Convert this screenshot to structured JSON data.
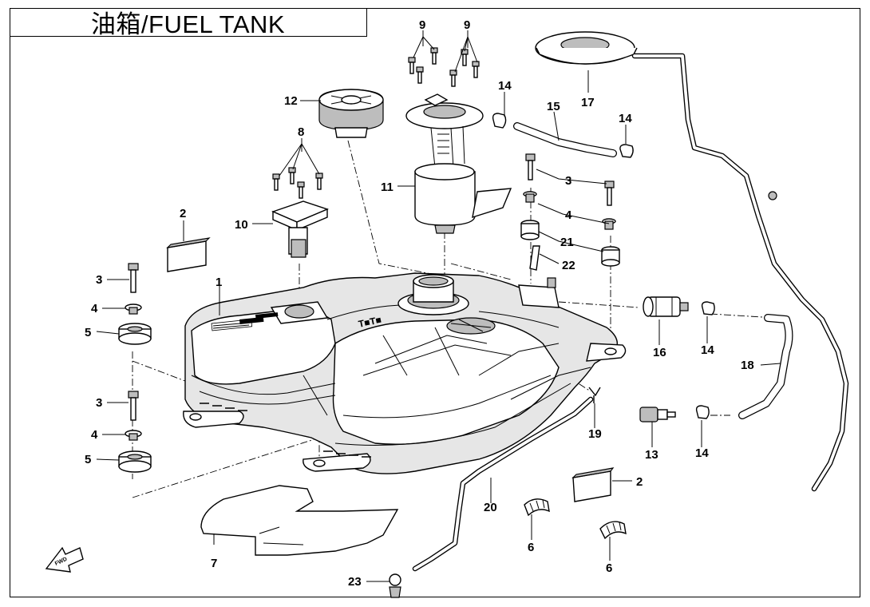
{
  "title": "油箱/FUEL TANK",
  "fwd_mark": "FWD",
  "labels": {
    "p1": "1",
    "p2a": "2",
    "p2b": "2",
    "p3a": "3",
    "p3b": "3",
    "p3c": "3",
    "p4a": "4",
    "p4b": "4",
    "p4c": "4",
    "p5a": "5",
    "p5b": "5",
    "p6a": "6",
    "p6b": "6",
    "p7": "7",
    "p8": "8",
    "p9a": "9",
    "p9b": "9",
    "p10": "10",
    "p11": "11",
    "p12": "12",
    "p13": "13",
    "p14a": "14",
    "p14b": "14",
    "p14c": "14",
    "p14d": "14",
    "p15": "15",
    "p16": "16",
    "p17": "17",
    "p18": "18",
    "p19": "19",
    "p20": "20",
    "p21": "21",
    "p22": "22",
    "p23": "23"
  }
}
